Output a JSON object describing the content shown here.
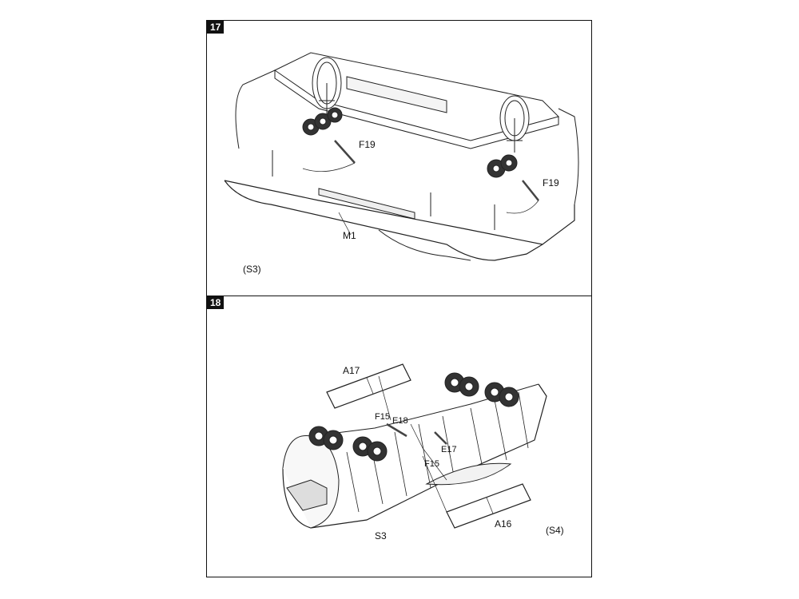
{
  "steps": [
    {
      "number": "17",
      "labels": {
        "f19_left": "F19",
        "f19_right": "F19",
        "m1": "M1",
        "s3": "(S3)"
      }
    },
    {
      "number": "18",
      "labels": {
        "a17": "A17",
        "f15_top": "F15",
        "e18": "E18",
        "e17": "E17",
        "f15_bottom": "F15",
        "a16": "A16",
        "s3": "S3",
        "s4": "(S4)"
      }
    }
  ]
}
